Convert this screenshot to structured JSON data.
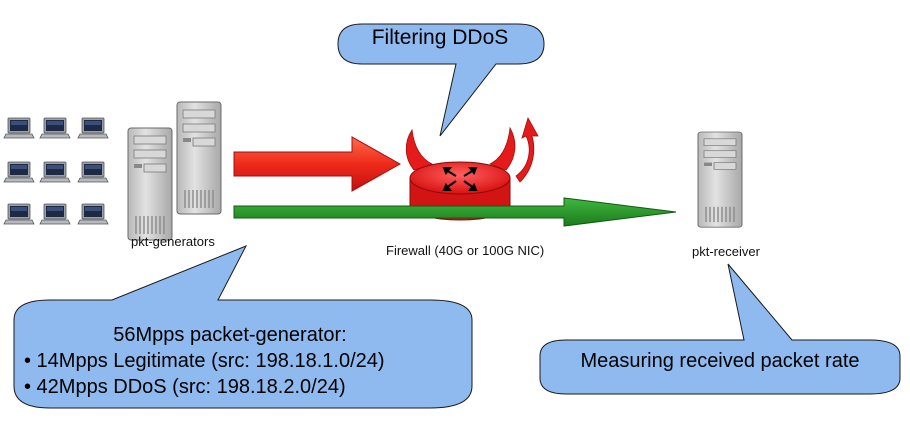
{
  "callouts": {
    "filtering": "Filtering DDoS",
    "generator_heading": "56Mpps packet-generator:",
    "generator_items": [
      "• 14Mpps Legitimate (src: 198.18.1.0/24)",
      "• 42Mpps DDoS (src: 198.18.2.0/24)"
    ],
    "measuring": "Measuring received packet rate"
  },
  "labels": {
    "generators": "pkt-generators",
    "firewall": "Firewall (40G or 100G NIC)",
    "receiver": "pkt-receiver"
  },
  "colors": {
    "callout_fill": "#8fbaf0",
    "callout_stroke": "#1a1a1a",
    "ddos_arrow": "#e8241a",
    "legit_arrow": "#2a9a2a",
    "router": "#e01818",
    "server": "#c8c8c8"
  },
  "icons": {
    "laptops": "laptop-icon",
    "servers": "server-tower-icon",
    "router": "router-icon",
    "devil_horns": "devil-horns-icon"
  }
}
